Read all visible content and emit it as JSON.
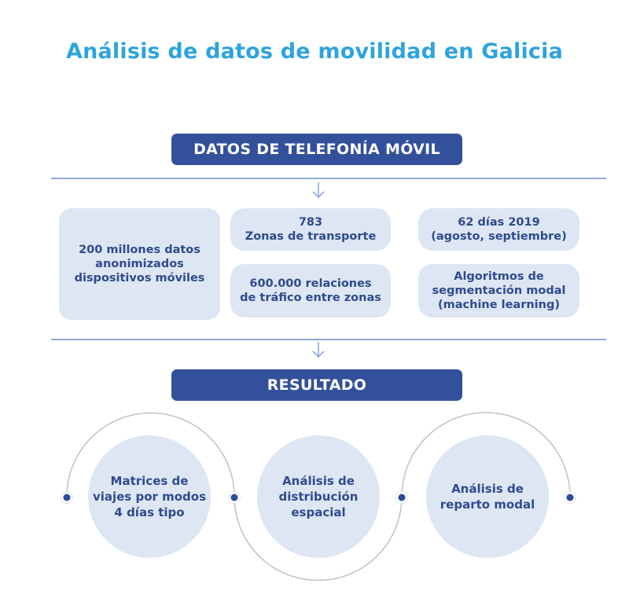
{
  "title": "Análisis de datos de movilidad en Galicia",
  "sections": {
    "input_header": "DATOS DE TELEFONÍA MÓVIL",
    "result_header": "RESULTADO"
  },
  "inputs": [
    {
      "id": "devices",
      "text": "200 millones datos\nanonimizados\ndispositivos móviles"
    },
    {
      "id": "zones",
      "text": "783\nZonas de transporte"
    },
    {
      "id": "relations",
      "text": "600.000 relaciones\nde tráfico entre zonas"
    },
    {
      "id": "days",
      "text": "62 días 2019\n(agosto, septiembre)"
    },
    {
      "id": "algorithms",
      "text": "Algoritmos de\nsegmentación modal\n(machine learning)"
    }
  ],
  "results": [
    {
      "id": "matrices",
      "text": "Matrices de\nviajes por modos\n4 días tipo"
    },
    {
      "id": "distribution",
      "text": "Análisis de\ndistribución\nespacial"
    },
    {
      "id": "modal_split",
      "text": "Análisis de\nreparto modal"
    }
  ],
  "icons": {
    "flow_arrow": "arrow-down-icon",
    "node_dot": "dot-icon"
  },
  "colors": {
    "title": "#2ea3dc",
    "header_bg": "#33509a",
    "card_bg": "#dde6f2",
    "card_text": "#2f4b8e",
    "divider": "#8eaad6",
    "arc": "#c4c4c4",
    "dot": "#2a4f9c"
  }
}
